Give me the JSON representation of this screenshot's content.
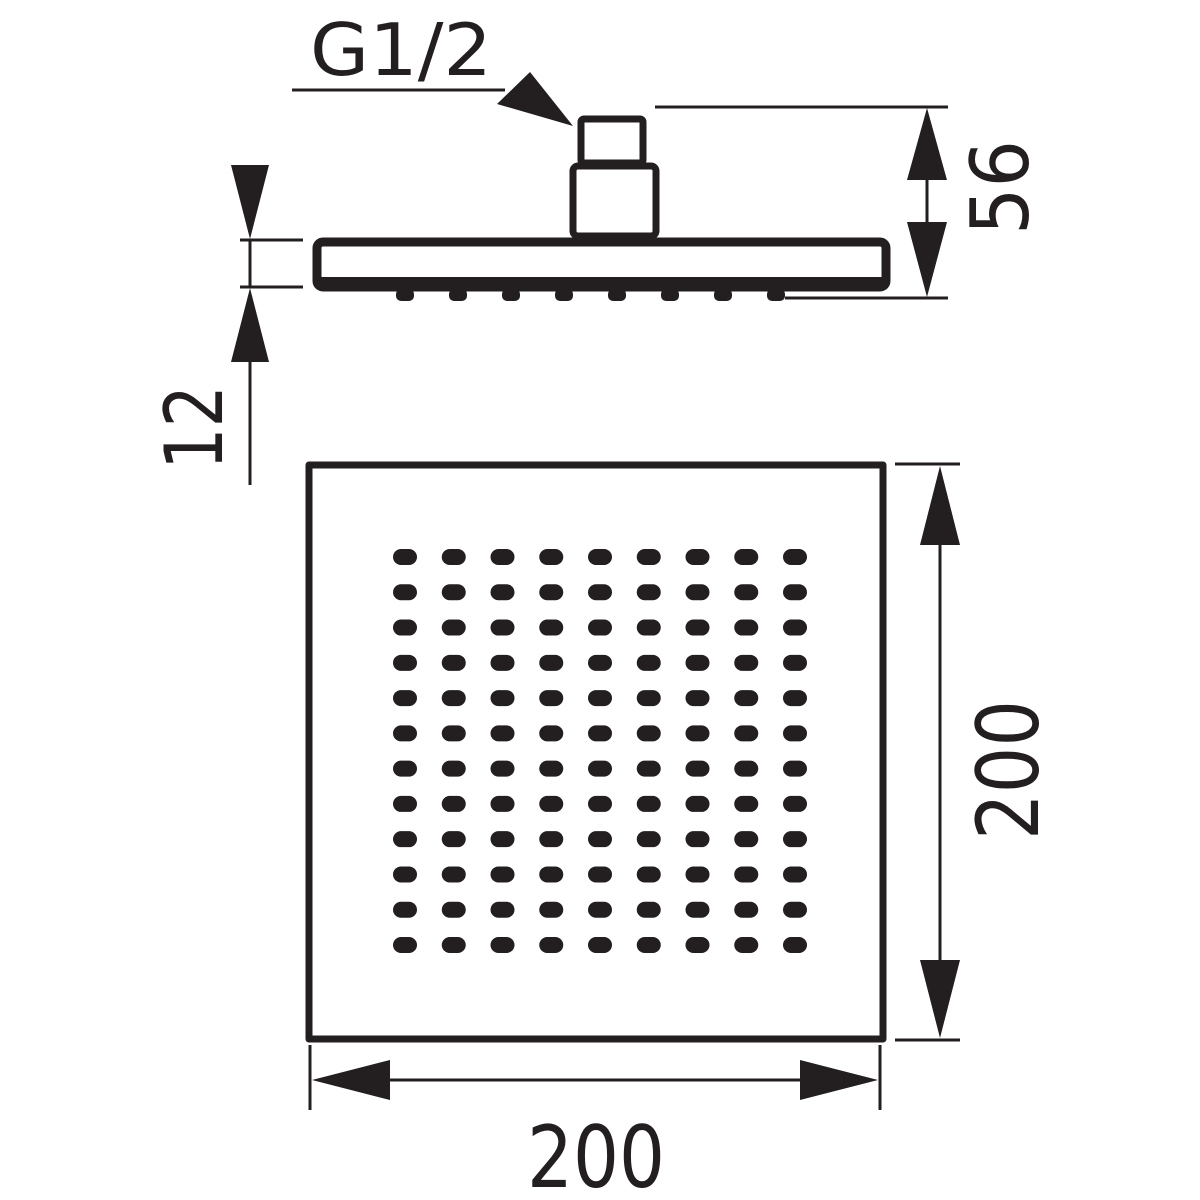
{
  "drawing": {
    "title": "Square shower head dimension drawing",
    "labels": {
      "thread": "G1/2",
      "height_total": "56",
      "plate_thickness": "12",
      "depth": "200",
      "width": "200"
    },
    "nozzle_grid": {
      "columns": 9,
      "rows": 12
    },
    "side_nozzles": 8,
    "colors": {
      "ink": "#231f20",
      "background": "#ffffff"
    }
  }
}
